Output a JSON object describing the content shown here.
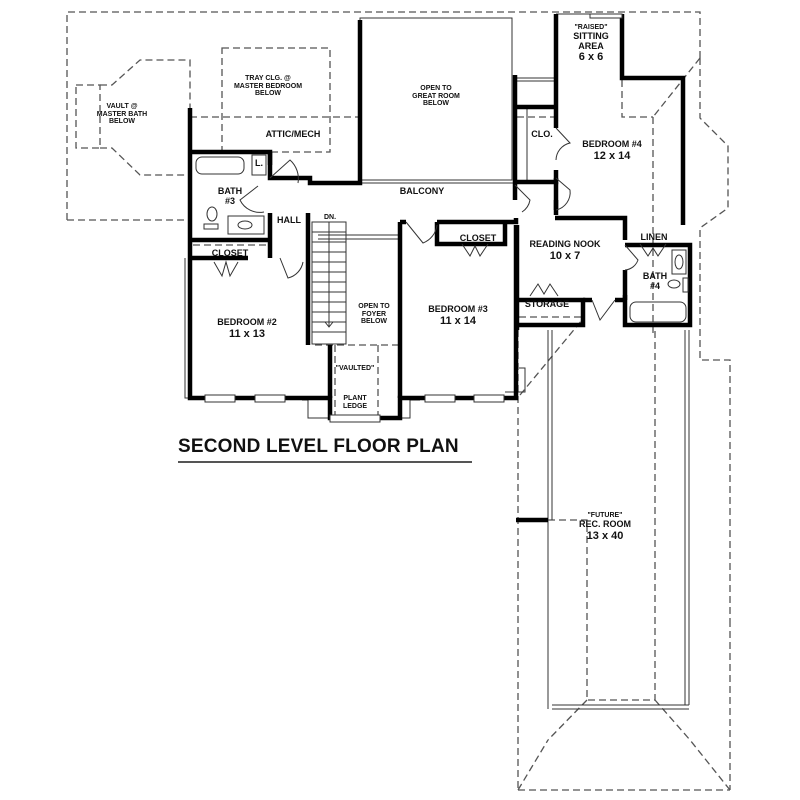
{
  "plan": {
    "title": "SECOND LEVEL FLOOR PLAN",
    "colors": {
      "wall": "#000000",
      "dashed": "#555555",
      "background": "#ffffff",
      "text": "#111111"
    }
  },
  "rooms": {
    "vault_note": {
      "line1": "VAULT @",
      "line2": "MASTER BATH",
      "line3": "BELOW"
    },
    "tray_note": {
      "line1": "TRAY CLG. @",
      "line2": "MASTER BEDROOM",
      "line3": "BELOW"
    },
    "attic": {
      "name": "ATTIC/MECH"
    },
    "great_room_note": {
      "line1": "OPEN TO",
      "line2": "GREAT ROOM",
      "line3": "BELOW"
    },
    "sitting_area": {
      "tag": "\"RAISED\"",
      "name1": "SITTING",
      "name2": "AREA",
      "size": "6 x 6"
    },
    "closet_bed4": {
      "name": "CLO."
    },
    "bedroom4": {
      "name": "BEDROOM #4",
      "size": "12 x 14"
    },
    "linen_small": {
      "name": "L."
    },
    "bath3": {
      "name": "BATH",
      "number": "#3"
    },
    "hall": {
      "name": "HALL"
    },
    "balcony": {
      "name": "BALCONY"
    },
    "stairs": {
      "label": "DN."
    },
    "closet_bed2": {
      "name": "CLOSET"
    },
    "closet_bed3": {
      "name": "CLOSET"
    },
    "reading_nook": {
      "name": "READING NOOK",
      "size": "10 x 7"
    },
    "linen": {
      "name": "LINEN"
    },
    "bath4": {
      "name": "BATH",
      "number": "#4"
    },
    "storage": {
      "name": "STORAGE"
    },
    "bedroom2": {
      "name": "BEDROOM #2",
      "size": "11 x 13"
    },
    "foyer_note": {
      "line1": "OPEN TO",
      "line2": "FOYER",
      "line3": "BELOW"
    },
    "vaulted": {
      "name": "\"VAULTED\""
    },
    "plant_ledge": {
      "line1": "PLANT",
      "line2": "LEDGE"
    },
    "bedroom3": {
      "name": "BEDROOM #3",
      "size": "11 x 14"
    },
    "rec_room": {
      "tag": "\"FUTURE\"",
      "name": "REC. ROOM",
      "size": "13 x 40"
    }
  }
}
